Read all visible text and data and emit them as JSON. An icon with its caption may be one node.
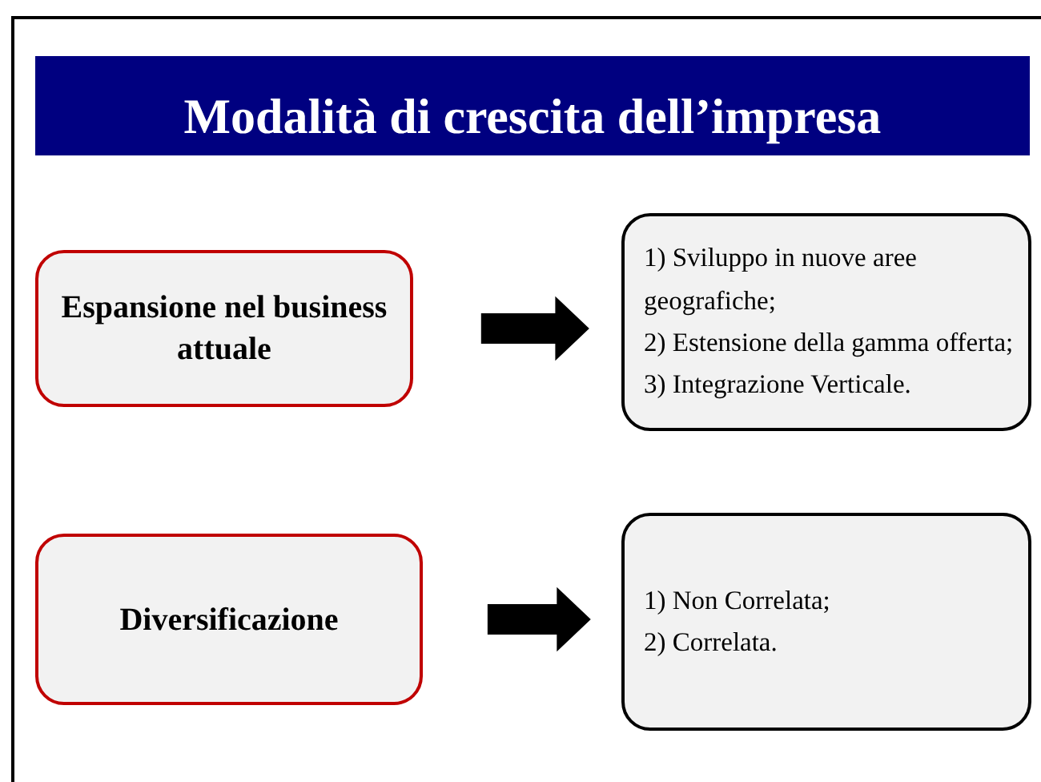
{
  "diagram": {
    "title": "Modalità di crescita dell’impresa",
    "nodes": [
      {
        "text": [
          "Espansione nel business attuale"
        ]
      },
      {
        "text": [
          "1) Sviluppo in nuove aree geografiche;",
          "2) Estensione della gamma offerta;",
          "3) Integrazione Verticale."
        ]
      },
      {
        "text": [
          "Diversificazione"
        ]
      },
      {
        "text": [
          "1) Non Correlata;",
          "2) Correlata."
        ]
      }
    ],
    "edges": [
      {
        "from": 0,
        "to": 1,
        "arrow": "to",
        "style": "thick"
      },
      {
        "from": 2,
        "to": 3,
        "arrow": "to",
        "style": "thick"
      }
    ]
  }
}
